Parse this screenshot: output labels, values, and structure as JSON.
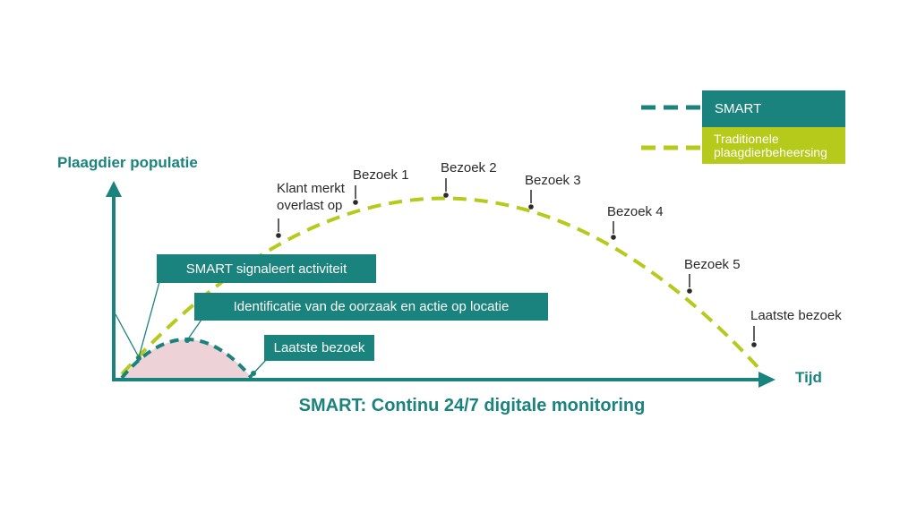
{
  "title": "SMART: Continu 24/7 digitale monitoring",
  "axes": {
    "y_label": "Plaagdier populatie",
    "x_label": "Tijd"
  },
  "legend": {
    "smart": "SMART",
    "traditional": "Traditionele plaagdierbeheersing"
  },
  "colors": {
    "teal": "#1A837D",
    "green": "#B5CA1B",
    "pink": "#EDD3D8",
    "text_dark": "#2B2A28"
  },
  "annotations": {
    "customer_notice": "Klant merkt overlast op",
    "visit_1": "Bezoek 1",
    "visit_2": "Bezoek 2",
    "visit_3": "Bezoek 3",
    "visit_4": "Bezoek 4",
    "visit_5": "Bezoek 5",
    "last_visit": "Laatste bezoek"
  },
  "callouts": {
    "signal": "SMART signaleert activiteit",
    "identify": "Identificatie van de oorzaak en actie op locatie",
    "last_visit": "Laatste bezoek"
  },
  "chart_data": {
    "type": "line",
    "title": "SMART: Continu 24/7 digitale monitoring",
    "xlabel": "Tijd",
    "ylabel": "Plaagdier populatie",
    "x_range": [
      0,
      100
    ],
    "y_range": [
      0,
      100
    ],
    "grid": false,
    "legend_position": "top-right",
    "series": [
      {
        "name": "Traditionele plaagdierbeheersing",
        "color": "#B5CA1B",
        "style": "dashed",
        "x": [
          0,
          12,
          25,
          37,
          49,
          62,
          74,
          86,
          98
        ],
        "values": [
          0,
          40,
          69,
          86,
          92,
          86,
          70,
          42,
          3
        ]
      },
      {
        "name": "SMART",
        "color": "#1A837D",
        "style": "dashed",
        "fill": "#EDD3D8",
        "x": [
          0,
          5,
          10,
          16,
          21
        ],
        "values": [
          0,
          15,
          20,
          15,
          0
        ]
      }
    ],
    "annotations": [
      {
        "label": "Klant merkt overlast op",
        "series": "Traditionele plaagdierbeheersing",
        "x": 25,
        "y": 73
      },
      {
        "label": "Bezoek 1",
        "series": "Traditionele plaagdierbeheersing",
        "x": 36,
        "y": 90
      },
      {
        "label": "Bezoek 2",
        "series": "Traditionele plaagdierbeheersing",
        "x": 50,
        "y": 94
      },
      {
        "label": "Bezoek 3",
        "series": "Traditionele plaagdierbeheersing",
        "x": 63,
        "y": 88
      },
      {
        "label": "Bezoek 4",
        "series": "Traditionele plaagdierbeheersing",
        "x": 76,
        "y": 72
      },
      {
        "label": "Bezoek 5",
        "series": "Traditionele plaagdierbeheersing",
        "x": 87,
        "y": 45
      },
      {
        "label": "Laatste bezoek",
        "series": "Traditionele plaagdierbeheersing",
        "x": 97,
        "y": 17
      },
      {
        "label": "SMART signaleert activiteit",
        "series": "SMART",
        "x": 3,
        "y": 11
      },
      {
        "label": "Identificatie van de oorzaak en actie op locatie",
        "series": "SMART",
        "x": 11,
        "y": 20
      },
      {
        "label": "Laatste bezoek",
        "series": "SMART",
        "x": 21,
        "y": 2
      }
    ]
  }
}
